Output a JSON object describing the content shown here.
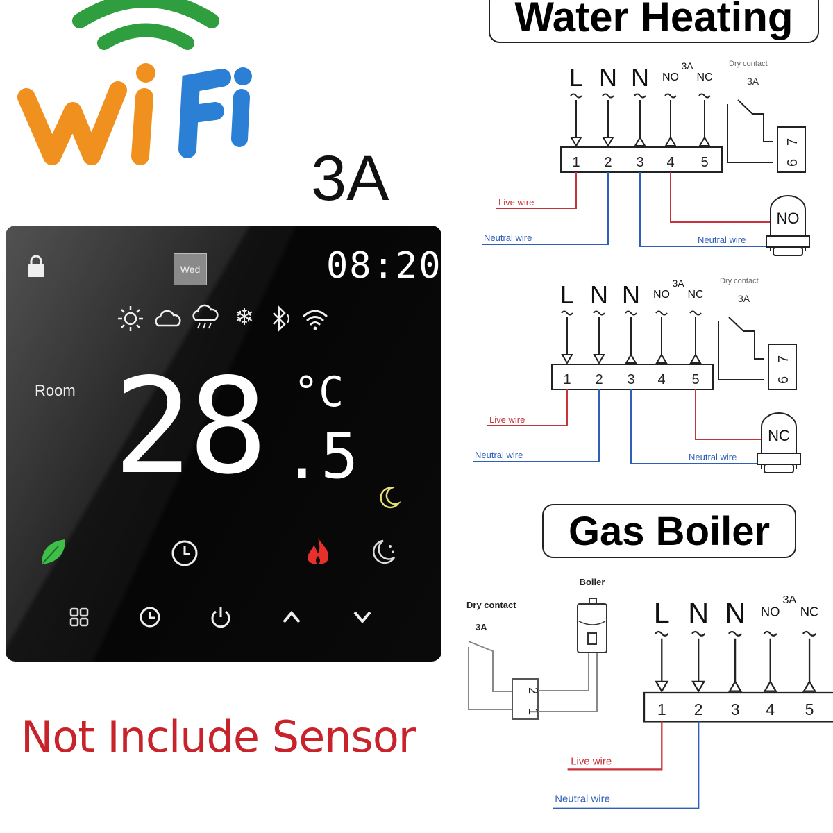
{
  "logo": {
    "text": "WiFi",
    "colors": {
      "arcs": "#2e9e3e",
      "w": "#f0901e",
      "i": "#f0901e",
      "f": "#2b7fd4",
      "i2": "#2b7fd4"
    }
  },
  "rating": "3A",
  "thermostat": {
    "day": "Wed",
    "time": "08:20",
    "room_label": "Room",
    "temperature": "28",
    "temperature_decimal": ".5",
    "unit": "°C",
    "status_icons": [
      "lock-icon",
      "sun-icon",
      "cloud-icon",
      "rain-icon",
      "snowflake-icon",
      "bluetooth-icon",
      "wifi-icon"
    ],
    "mode_icons": [
      "leaf-icon",
      "clock-icon",
      "flame-icon",
      "moon-icon",
      "moon-stars-icon"
    ],
    "buttons": [
      "menu-button",
      "schedule-button",
      "power-button",
      "up-button",
      "down-button"
    ],
    "colors": {
      "leaf": "#3fbf4a",
      "flame": "#e8302a",
      "moon": "#e8e07a"
    }
  },
  "caption": "Not Include Sensor",
  "water_heating": {
    "title": "Water Heating",
    "diagrams": [
      {
        "terminal_labels": [
          "L",
          "N",
          "N",
          "NO",
          "NC"
        ],
        "terminal_numbers": [
          "1",
          "2",
          "3",
          "4",
          "5"
        ],
        "relay_rating": "3A",
        "dry_contact": "Dry contact",
        "dry_contact_rating": "3A",
        "dry_terminals": [
          "6",
          "7"
        ],
        "live_wire": "Live wire",
        "neutral_wire": "Neutral wire",
        "neutral_wire_2": "Neutral wire",
        "actuator": "NO"
      },
      {
        "terminal_labels": [
          "L",
          "N",
          "N",
          "NO",
          "NC"
        ],
        "terminal_numbers": [
          "1",
          "2",
          "3",
          "4",
          "5"
        ],
        "relay_rating": "3A",
        "dry_contact": "Dry contact",
        "dry_contact_rating": "3A",
        "dry_terminals": [
          "6",
          "7"
        ],
        "live_wire": "Live wire",
        "neutral_wire": "Neutral wire",
        "neutral_wire_2": "Neutral wire",
        "actuator": "NC"
      }
    ]
  },
  "gas_boiler": {
    "title": "Gas Boiler",
    "boiler_label": "Boiler",
    "dry_contact": "Dry contact",
    "dry_contact_rating": "3A",
    "dry_terminals": [
      "2",
      "1"
    ],
    "terminal_labels": [
      "L",
      "N",
      "N",
      "NO",
      "NC"
    ],
    "terminal_numbers": [
      "1",
      "2",
      "3",
      "4",
      "5"
    ],
    "relay_rating": "3A",
    "live_wire": "Live wire",
    "neutral_wire": "Neutral wire"
  },
  "colors": {
    "live": "#c8323a",
    "neutral": "#2f5fb8",
    "line": "#222222",
    "dry": "#888888"
  }
}
